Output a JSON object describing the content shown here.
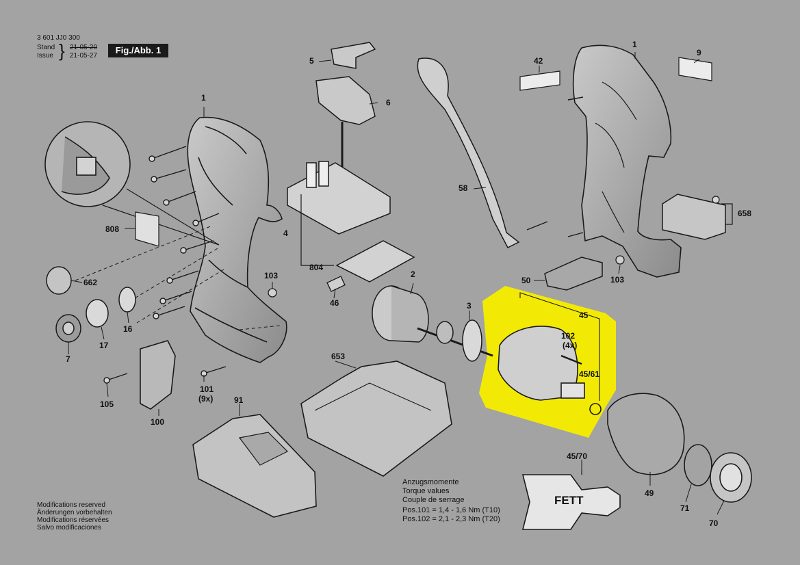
{
  "header": {
    "doc_number": "3 601 JJ0 300",
    "stand_label": "Stand",
    "issue_label": "Issue",
    "old_date": "21-05-20",
    "new_date": "21-05-27",
    "figure_badge": "Fig./Abb. 1"
  },
  "parts": {
    "p1_left": "1",
    "p1_right": "1",
    "p2": "2",
    "p3": "3",
    "p4": "4",
    "p5": "5",
    "p6": "6",
    "p7": "7",
    "p9": "9",
    "p16": "16",
    "p17": "17",
    "p42": "42",
    "p45": "45",
    "p45_61": "45/61",
    "p45_70": "45/70",
    "p46": "46",
    "p49": "49",
    "p50": "50",
    "p58": "58",
    "p70": "70",
    "p71": "71",
    "p91": "91",
    "p100": "100",
    "p101": "101",
    "p101_qty": "(9x)",
    "p102": "102",
    "p102_qty": "(4x)",
    "p103_left": "103",
    "p103_right": "103",
    "p105": "105",
    "p653": "653",
    "p658": "658",
    "p662": "662",
    "p804": "804",
    "p808": "808"
  },
  "fett_text": "FETT",
  "torque": {
    "lines": [
      "Anzugsmomente",
      "Torque values",
      "Couple de serrage",
      "Pos.101  =  1,4 - 1,6 Nm (T10)",
      "Pos.102  =  2,1 - 2,3 Nm (T20)"
    ]
  },
  "modifications": {
    "lines": [
      "Modifications reserved",
      "Änderungen vorbehalten",
      "Modifications réservées",
      "Salvo modificaciones"
    ]
  },
  "colors": {
    "background": "#a3a3a3",
    "highlight": "#f2ea05",
    "line": "#1a1a1a"
  }
}
